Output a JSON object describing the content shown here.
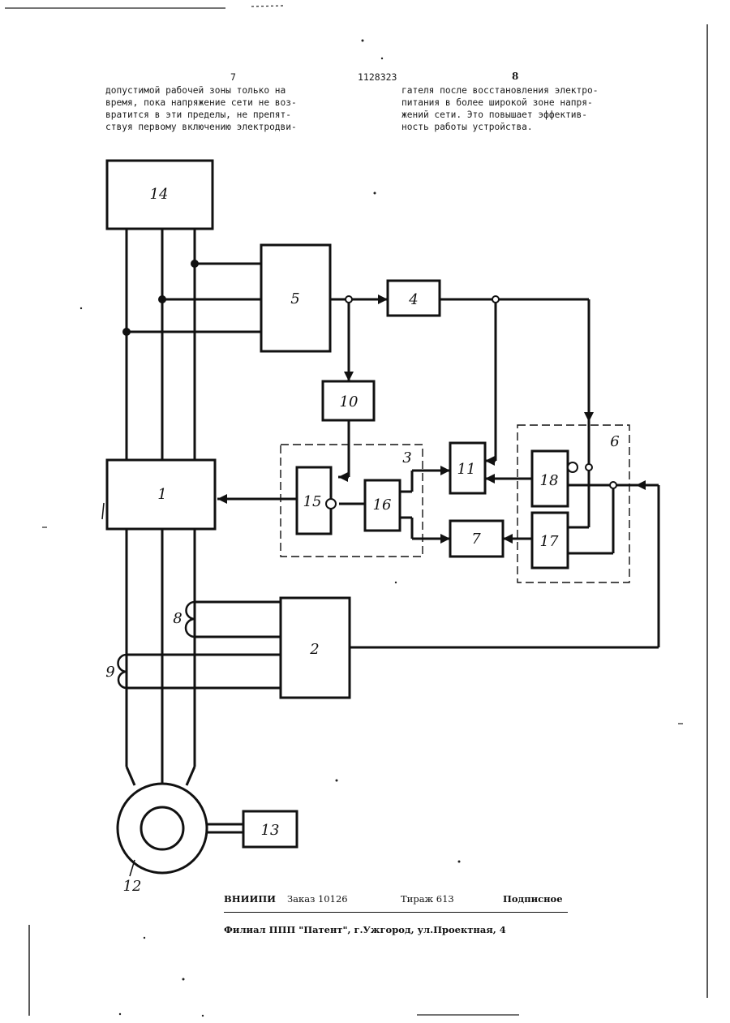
{
  "header": {
    "left_page": "7",
    "doc_number": "1128323",
    "right_page": "8"
  },
  "left_column": [
    "допустимой рабочей зоны только на",
    "время, пока напряжение сети не воз-",
    "вратится в эти пределы, не препят-",
    "ствуя первому включению электродви-"
  ],
  "right_column": [
    "гателя после восстановления электро-",
    "питания в более широкой зоне напря-",
    "жений сети. Это повышает эффектив-",
    "ность работы устройства."
  ],
  "blocks": {
    "b14": "14",
    "b5": "5",
    "b4": "4",
    "b10": "10",
    "b3": "3",
    "b15": "15",
    "b16": "16",
    "b11": "11",
    "b6": "6",
    "b18": "18",
    "b17": "17",
    "b7": "7",
    "b1": "1",
    "b2": "2",
    "b13": "13"
  },
  "external_labels": {
    "l8": "8",
    "l9": "9",
    "l12": "12"
  },
  "footer": {
    "org": "ВНИИПИ",
    "order": "Заказ 10126",
    "circulation": "Тираж 613",
    "subscription": "Подписное",
    "branch": "Филиал ППП \"Патент\", г.Ужгород, ул.Проектная, 4"
  }
}
